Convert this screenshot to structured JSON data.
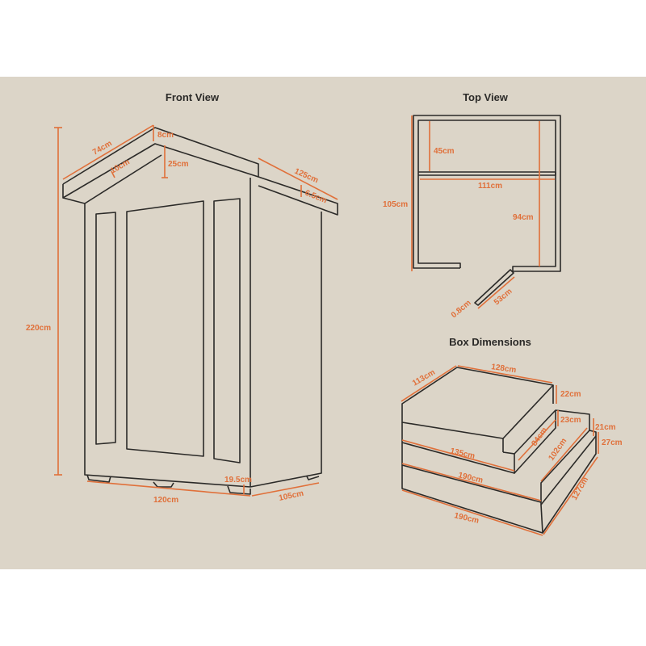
{
  "front_view": {
    "title": "Front View",
    "labels": {
      "height": "220cm",
      "roof_side": "74cm",
      "ridge": "8cm",
      "fascia": "10cm",
      "gable": "25cm",
      "roof_depth": "125cm",
      "eave": "6.5cm",
      "width": "120cm",
      "depth": "105cm",
      "base": "19.5cm"
    }
  },
  "top_view": {
    "title": "Top View",
    "labels": {
      "depth": "105cm",
      "back": "45cm",
      "inner_width": "111cm",
      "front": "94cm",
      "door_thickness": "0.8cm",
      "door_width": "53cm"
    }
  },
  "box_dimensions": {
    "title": "Box Dimensions",
    "labels": {
      "b1_depth": "113cm",
      "b1_width": "128cm",
      "b1_height": "22cm",
      "b2_height": "23cm",
      "b2_depth": "84cm",
      "b2_width": "135cm",
      "b3_height": "21cm",
      "b3_depth": "102cm",
      "b3_width": "190cm",
      "b4_height": "27cm",
      "b4_depth": "127cm",
      "b4_width": "190cm"
    }
  },
  "colors": {
    "background": "#dcd5c8",
    "dimension": "#e0703a",
    "line": "#2b2a28"
  }
}
